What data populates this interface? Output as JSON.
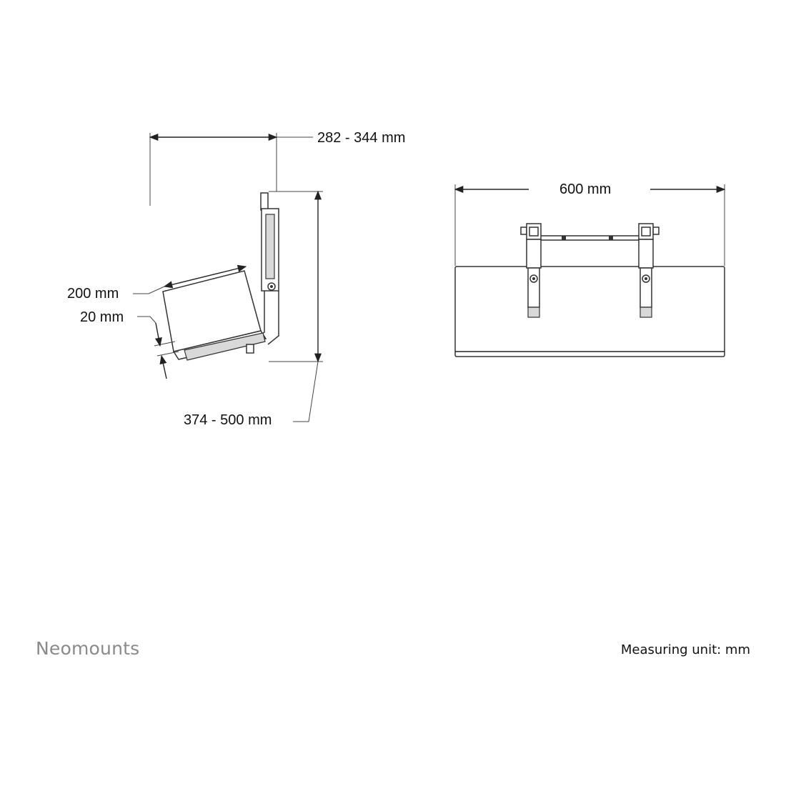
{
  "brand": {
    "name": "Neomounts"
  },
  "footer": {
    "measuring_unit": "Measuring unit: mm"
  },
  "dimensions": {
    "depth": "282 - 344 mm",
    "width": "600 mm",
    "shelf_depth": "200 mm",
    "shelf_thickness": "20 mm",
    "height": "374 - 500 mm"
  },
  "colors": {
    "line": "#222222",
    "brand_text": "#8a8a8a",
    "background": "#ffffff"
  }
}
